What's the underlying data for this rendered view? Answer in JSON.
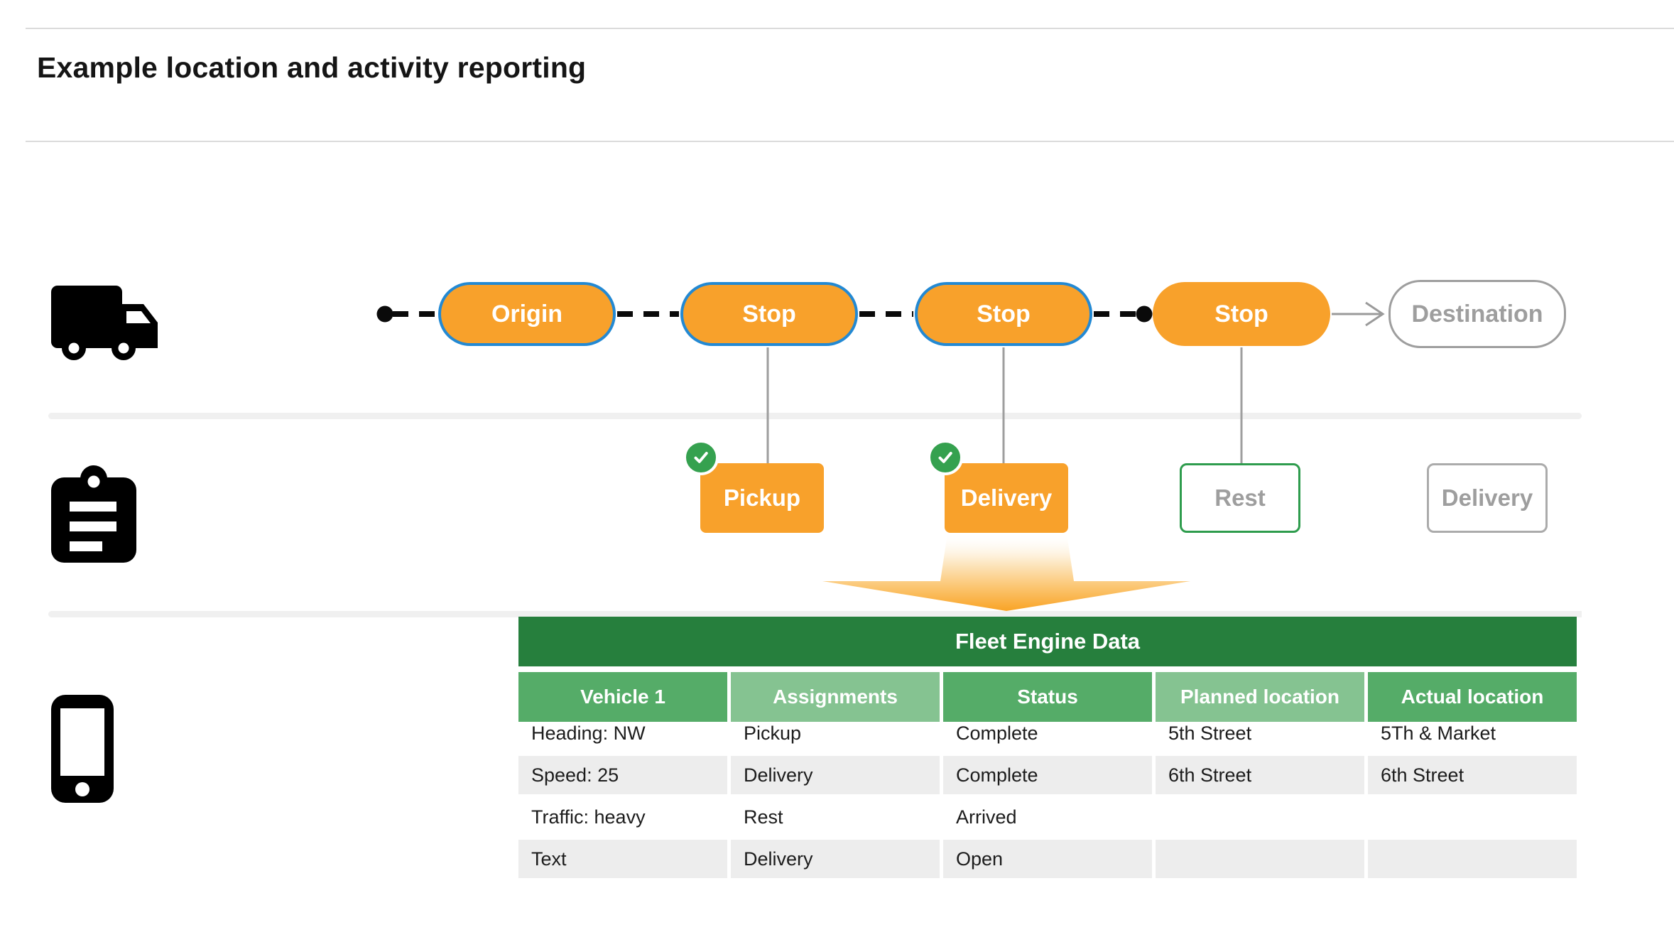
{
  "page": {
    "title": "Example location and activity reporting"
  },
  "icons": {
    "vehicle_lane": "truck-icon",
    "activity_lane": "clipboard-icon",
    "data_lane": "phone-icon",
    "completed_marker": "check-circle-icon"
  },
  "route": {
    "nodes": [
      {
        "label": "Origin",
        "style": "orange-blue-border"
      },
      {
        "label": "Stop",
        "style": "orange-blue-border"
      },
      {
        "label": "Stop",
        "style": "orange-blue-border"
      },
      {
        "label": "Stop",
        "style": "orange"
      },
      {
        "label": "Destination",
        "style": "outline-gray"
      }
    ]
  },
  "activities": [
    {
      "label": "Pickup",
      "completed": true,
      "style": "orange"
    },
    {
      "label": "Delivery",
      "completed": true,
      "style": "orange"
    },
    {
      "label": "Rest",
      "completed": false,
      "style": "outline-green"
    },
    {
      "label": "Delivery",
      "completed": false,
      "style": "outline-gray"
    }
  ],
  "table": {
    "title": "Fleet Engine Data",
    "columns": [
      "Vehicle 1",
      "Assignments",
      "Status",
      "Planned location",
      "Actual location"
    ],
    "rows": [
      [
        "Heading: NW",
        "Pickup",
        "Complete",
        "5th Street",
        "5Th & Market"
      ],
      [
        "Speed: 25",
        "Delivery",
        "Complete",
        "6th Street",
        "6th Street"
      ],
      [
        "Traffic: heavy",
        "Rest",
        "Arrived",
        "",
        ""
      ],
      [
        "Text",
        "Delivery",
        "Open",
        "",
        ""
      ]
    ]
  },
  "colors": {
    "orange": "#F8A12B",
    "blue_border": "#2389D3",
    "badge_green": "#35A14F",
    "rest_border_green": "#2E9C4D",
    "table_title_green": "#267F3D",
    "column_green": "#55AC68",
    "column_light_green": "#85C391",
    "row_gray": "#EDEDED",
    "muted_gray": "#9E9E9E"
  }
}
